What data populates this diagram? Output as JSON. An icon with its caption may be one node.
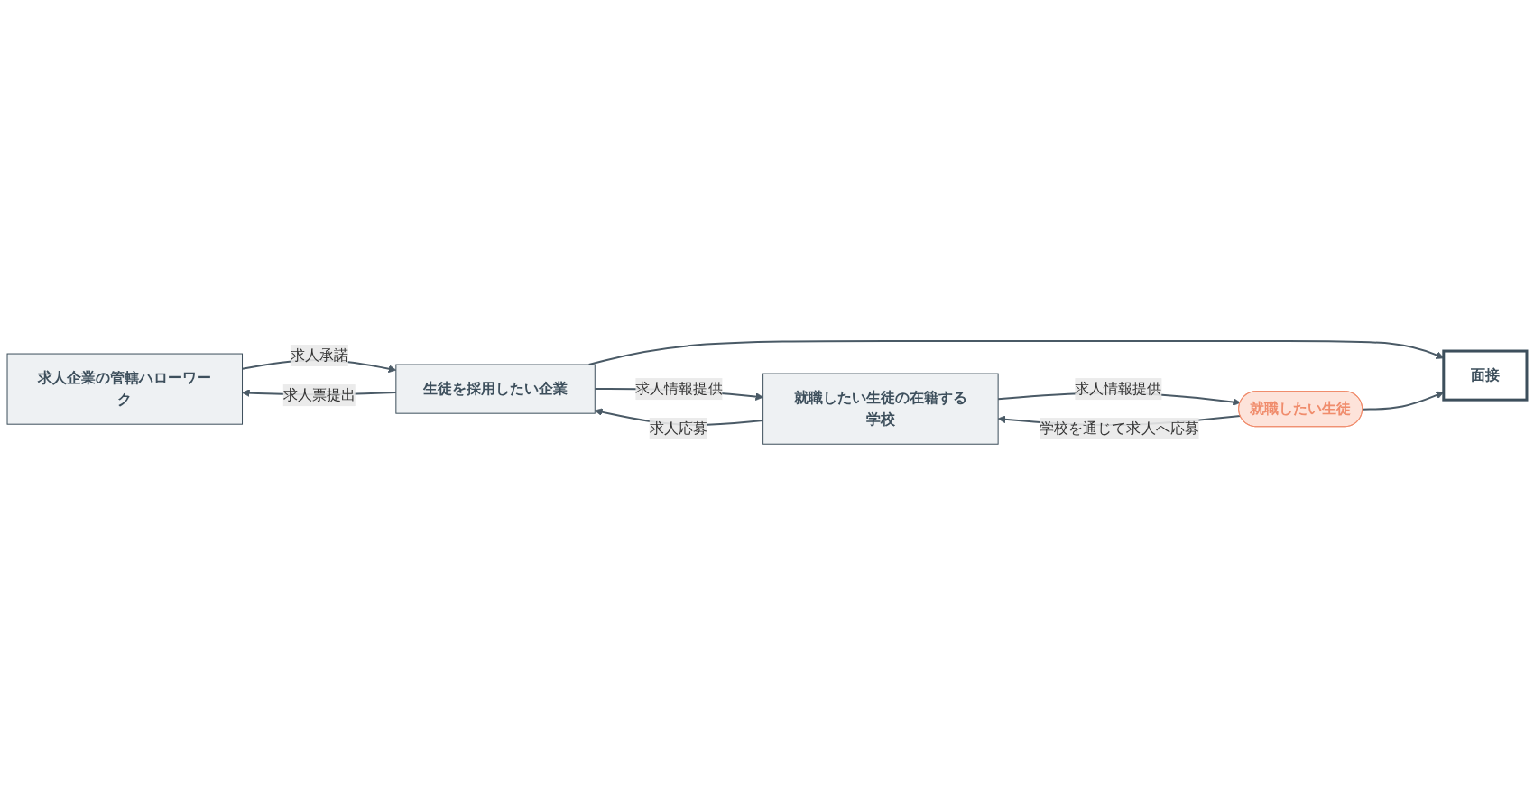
{
  "diagram": {
    "nodes": [
      {
        "text": [
          "求人企業の管轄ハローワーク"
        ]
      },
      {
        "text": [
          "生徒を採用したい企業"
        ]
      },
      {
        "text": [
          "就職したい生徒の在籍する学校"
        ]
      },
      {
        "text": [
          "面接"
        ]
      },
      {
        "text": [
          "就職したい生徒"
        ]
      }
    ],
    "edges": [
      {
        "from": 1,
        "to": 0,
        "arrow": "to",
        "label": "求人票提出"
      },
      {
        "from": 0,
        "to": 1,
        "arrow": "to",
        "label": "求人承諾"
      },
      {
        "from": 1,
        "to": 2,
        "arrow": "to",
        "label": "求人情報提供"
      },
      {
        "from": 2,
        "to": 1,
        "arrow": "to",
        "label": "求人応募"
      },
      {
        "from": 1,
        "to": 3,
        "arrow": "to"
      },
      {
        "from": 4,
        "to": 2,
        "arrow": "to",
        "label": "学校を通じて求人へ応募"
      },
      {
        "from": 2,
        "to": 4,
        "arrow": "to",
        "label": "求人情報提供"
      },
      {
        "from": 4,
        "to": 3,
        "arrow": "to"
      }
    ]
  }
}
